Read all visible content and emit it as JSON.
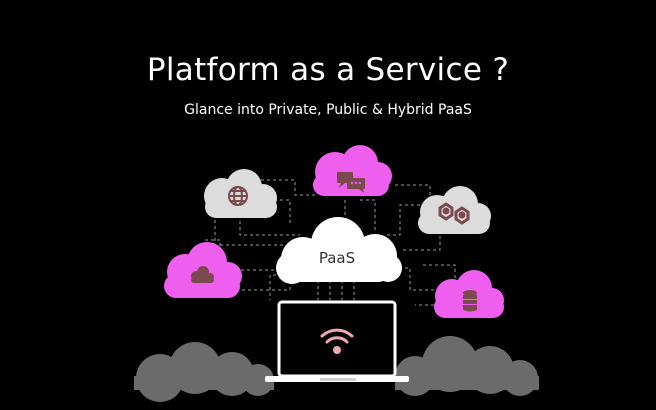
{
  "header": {
    "title": "Platform as a Service ?",
    "subtitle": "Glance into Private, Public & Hybrid PaaS"
  },
  "diagram": {
    "center_label": "PaaS",
    "nodes": [
      {
        "icon": "globe-icon",
        "color": "#dcdcdc"
      },
      {
        "icon": "chat-bubbles-icon",
        "color": "#ef5fef"
      },
      {
        "icon": "gears-icon",
        "color": "#dcdcdc"
      },
      {
        "icon": "cloud-icon",
        "color": "#ef5fef"
      },
      {
        "icon": "database-icon",
        "color": "#ef5fef"
      },
      {
        "icon": "wifi-icon",
        "color": "#ffffff"
      }
    ]
  },
  "colors": {
    "background": "#000000",
    "pink": "#ef5fef",
    "light_cloud": "#dcdcdc",
    "icon_brown": "#7a4a4f",
    "ground_cloud": "#6b6b6b",
    "connector": "#9a9a9a"
  }
}
